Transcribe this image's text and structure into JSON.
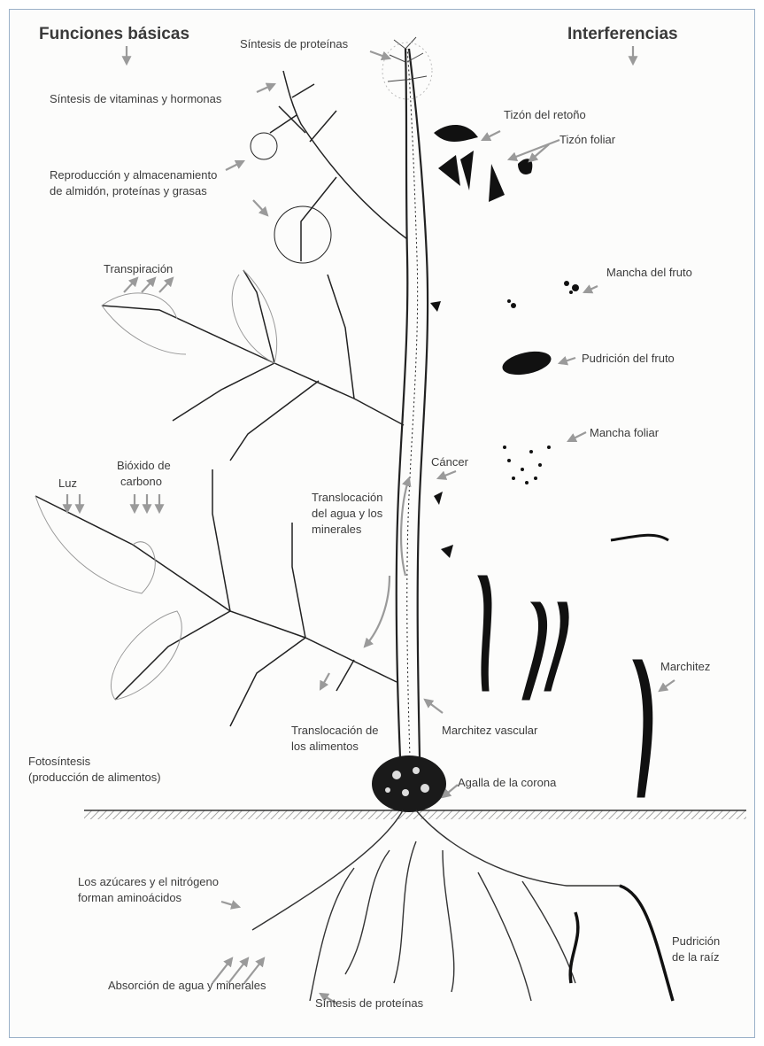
{
  "headers": {
    "left": "Funciones básicas",
    "right": "Interferencias"
  },
  "functions": {
    "protein_top": "Síntesis de proteínas",
    "vitamins": "Síntesis de vitaminas y hormonas",
    "reproduction_1": "Reproducción y almacenamiento",
    "reproduction_2": "de almidón, proteínas y grasas",
    "transpiration": "Transpiración",
    "light": "Luz",
    "co2_1": "Bióxido de",
    "co2_2": "carbono",
    "water_transloc_1": "Translocación",
    "water_transloc_2": "del agua y los",
    "water_transloc_3": "minerales",
    "food_transloc_1": "Translocación de",
    "food_transloc_2": "los alimentos",
    "photosynthesis_1": "Fotosíntesis",
    "photosynthesis_2": "(producción de alimentos)",
    "amino_1": "Los azúcares y el nitrógeno",
    "amino_2": "forman aminoácidos",
    "absorption": "Absorción de agua y minerales",
    "protein_root": "Síntesis de proteínas"
  },
  "interferences": {
    "shoot_blight": "Tizón del retoño",
    "leaf_blight": "Tizón foliar",
    "fruit_spot": "Mancha del fruto",
    "fruit_rot": "Pudrición del fruto",
    "leaf_spot": "Mancha foliar",
    "canker": "Cáncer",
    "wilt": "Marchitez",
    "vascular_wilt": "Marchitez vascular",
    "crown_gall": "Agalla de la corona",
    "root_rot_1": "Pudrición",
    "root_rot_2": "de la raíz"
  },
  "colors": {
    "ink": "#1e1e1e",
    "arrow": "#9a9a9a",
    "frame": "#9ab0c8"
  }
}
